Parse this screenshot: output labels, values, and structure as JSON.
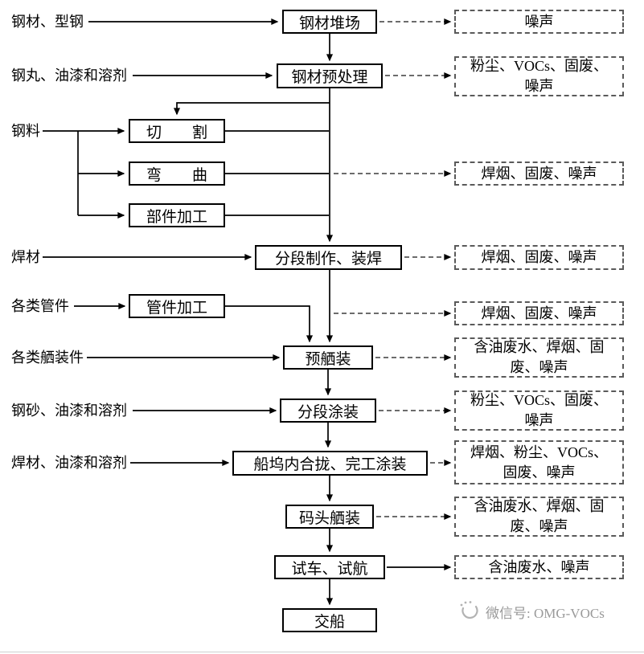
{
  "flowchart": {
    "inputs": [
      {
        "label": "钢材、型钢"
      },
      {
        "label": "钢丸、油漆和溶剂"
      },
      {
        "label": "钢料"
      },
      {
        "label": "焊材"
      },
      {
        "label": "各类管件"
      },
      {
        "label": "各类舾装件"
      },
      {
        "label": "钢砂、油漆和溶剂"
      },
      {
        "label": "焊材、油漆和溶剂"
      }
    ],
    "processes": [
      {
        "label": "钢材堆场"
      },
      {
        "label": "钢材预处理"
      },
      {
        "label": "切　　割"
      },
      {
        "label": "弯　　曲"
      },
      {
        "label": "部件加工"
      },
      {
        "label": "分段制作、装焊"
      },
      {
        "label": "管件加工"
      },
      {
        "label": "预舾装"
      },
      {
        "label": "分段涂装"
      },
      {
        "label": "船坞内合拢、完工涂装"
      },
      {
        "label": "码头舾装"
      },
      {
        "label": "试车、试航"
      },
      {
        "label": "交船"
      }
    ],
    "emissions": [
      {
        "label": "噪声"
      },
      {
        "label": "粉尘、VOCs、固废、噪声"
      },
      {
        "label": "焊烟、固废、噪声"
      },
      {
        "label": "焊烟、固废、噪声"
      },
      {
        "label": "焊烟、固废、噪声"
      },
      {
        "label": "含油废水、焊烟、固废、噪声"
      },
      {
        "label": "粉尘、VOCs、固废、噪声"
      },
      {
        "label": "焊烟、粉尘、VOCs、固废、噪声"
      },
      {
        "label": "含油废水、焊烟、固废、噪声"
      },
      {
        "label": "含油废水、噪声"
      }
    ],
    "watermark": {
      "text": "微信号: OMG-VOCs"
    },
    "colors": {
      "solid_line": "#000000",
      "dashed_line": "#3c3c3c",
      "process_border": "#000000",
      "emission_border": "#5a5a5a",
      "watermark_text": "#9a9a9a"
    }
  }
}
